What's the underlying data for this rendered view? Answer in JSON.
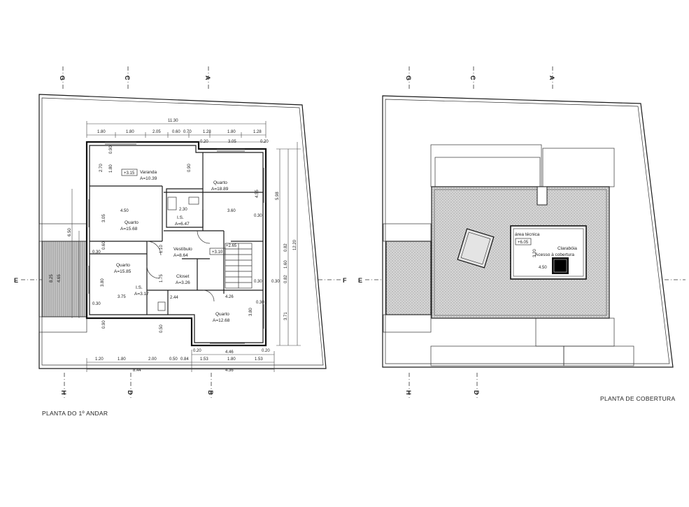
{
  "first_floor": {
    "title": "PLANTA DO 1º ANDAR",
    "rooms": [
      {
        "name": "Varanda",
        "area": "A=10.39"
      },
      {
        "name": "Quarto",
        "area": "A=18.89"
      },
      {
        "name": "Quarto",
        "area": "A=15.68"
      },
      {
        "name": "I.S.",
        "area": "A=6.47"
      },
      {
        "name": "Vestíbulo",
        "area": "A=8.64"
      },
      {
        "name": "Quarto",
        "area": "A=15.85"
      },
      {
        "name": "Closet",
        "area": "A=3.26"
      },
      {
        "name": "I.S.",
        "area": "A=3.17"
      },
      {
        "name": "Quarto",
        "area": "A=12.68"
      }
    ],
    "levels": [
      "+3.15",
      "+3.10",
      "+2.65"
    ],
    "dims_top": [
      "11.30",
      "1.80",
      "1.80",
      "2.05",
      "0.60",
      "0.70",
      "1.28",
      "1.80",
      "1.28",
      "3.05",
      "0.20",
      "0.20"
    ],
    "dims_bottom": [
      "1.20",
      "1.80",
      "2.00",
      "0.50",
      "0.84",
      "1.53",
      "1.80",
      "1.53",
      "8.44",
      "4.36",
      "4.46",
      "0.20",
      "0.20"
    ],
    "dims_inner": [
      "4.50",
      "3.60",
      "3.75",
      "4.26",
      "2.30",
      "2.44",
      "0.30",
      "0.30",
      "0.30",
      "0.30",
      "2.70",
      "3.05",
      "3.80",
      "3.80",
      "4.55",
      "1.80",
      "1.10",
      "1.75",
      "0.90",
      "0.90",
      "0.90",
      "0.30",
      "0.60",
      "0.50"
    ],
    "dims_right": [
      "5.98",
      "12.20",
      "0.82",
      "1.60",
      "0.82",
      "3.71",
      "0.30"
    ],
    "dims_left": [
      "6.50",
      "8.25",
      "4.65"
    ]
  },
  "roof": {
    "title": "PLANTA DE COBERTURA",
    "area_label": "área técnica",
    "level": "+6.05",
    "skylight_label": "Clarabóia",
    "access_label": "Acesso à cobertura",
    "dims": [
      "3.20",
      "4.50"
    ]
  },
  "axes": {
    "top_left": [
      "G",
      "C",
      "A"
    ],
    "top_right": [
      "G",
      "C",
      "A"
    ],
    "bottom_left": [
      "H",
      "D",
      "B"
    ],
    "bottom_right": [
      "H",
      "D"
    ],
    "side_left": "E",
    "side_mid": "F",
    "side_roof": "E"
  }
}
